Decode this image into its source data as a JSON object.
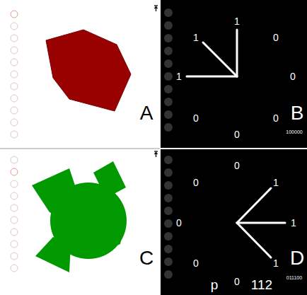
{
  "diagram": {
    "labels": [
      "A",
      "1",
      "1",
      "0",
      "1",
      "0",
      "0",
      "0",
      "0",
      "B",
      "100000",
      "C",
      "0",
      "0",
      "1",
      "0",
      "1",
      "0",
      "1",
      "0",
      "p",
      "112",
      "011100",
      "D"
    ]
  }
}
